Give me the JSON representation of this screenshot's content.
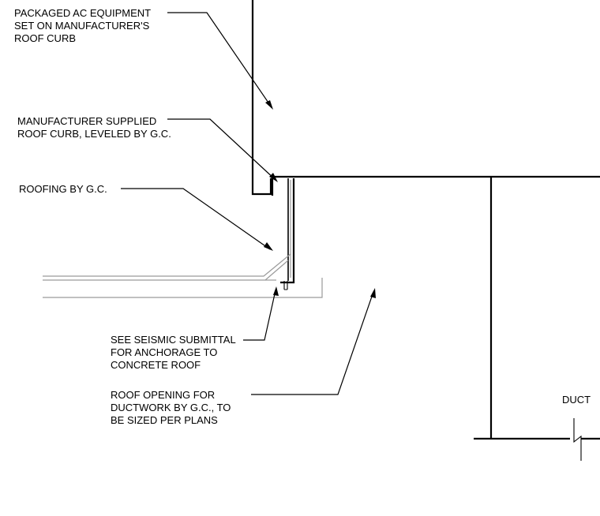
{
  "callouts": {
    "equipment": [
      "PACKAGED AC EQUIPMENT",
      "SET ON MANUFACTURER'S",
      "ROOF CURB"
    ],
    "curb": [
      "MANUFACTURER SUPPLIED",
      "ROOF CURB, LEVELED BY G.C."
    ],
    "roofing": [
      "ROOFING BY G.C."
    ],
    "seismic": [
      "SEE SEISMIC SUBMITTAL",
      "FOR ANCHORAGE TO",
      "CONCRETE ROOF"
    ],
    "opening": [
      "ROOF OPENING FOR",
      "DUCTWORK BY G.C., TO",
      "BE SIZED PER PLANS"
    ],
    "duct": "DUCT"
  },
  "colors": {
    "line": "#000000",
    "roof_edge": "#9a9a9a",
    "background": "#ffffff"
  }
}
